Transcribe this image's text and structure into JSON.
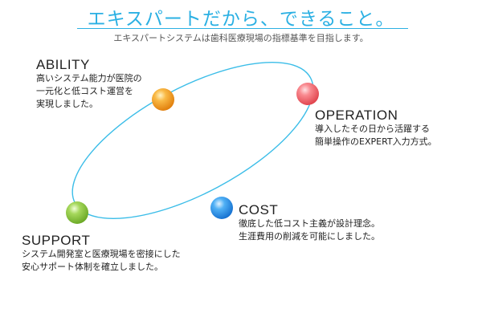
{
  "header": {
    "title": "エキスパートだから、できること。",
    "subtitle": "エキスパートシステムは歯科医療現場の指標基準を目指します。"
  },
  "nodes": [
    {
      "id": "ability",
      "heading": "ABILITY",
      "lines": [
        "高いシステム能力が医院の",
        "一元化と低コスト運営を",
        "実現しました。"
      ],
      "color": "#f39a1e"
    },
    {
      "id": "operation",
      "heading": "OPERATION",
      "lines": [
        "導入したその日から活躍する",
        "簡単操作のEXPERT入力方式。"
      ],
      "color": "#f0636a"
    },
    {
      "id": "cost",
      "heading": "COST",
      "lines": [
        "徹底した低コスト主義が設計理念。",
        "生涯費用の削減を可能にしました。"
      ],
      "color": "#2a8fe6"
    },
    {
      "id": "support",
      "heading": "SUPPORT",
      "lines": [
        "システム開発室と医療現場を密接にした",
        "安心サポート体制を確立しました。"
      ],
      "color": "#8cc63e"
    }
  ],
  "colors": {
    "accent": "#2bb0e3",
    "ring": "#3bbde8"
  }
}
